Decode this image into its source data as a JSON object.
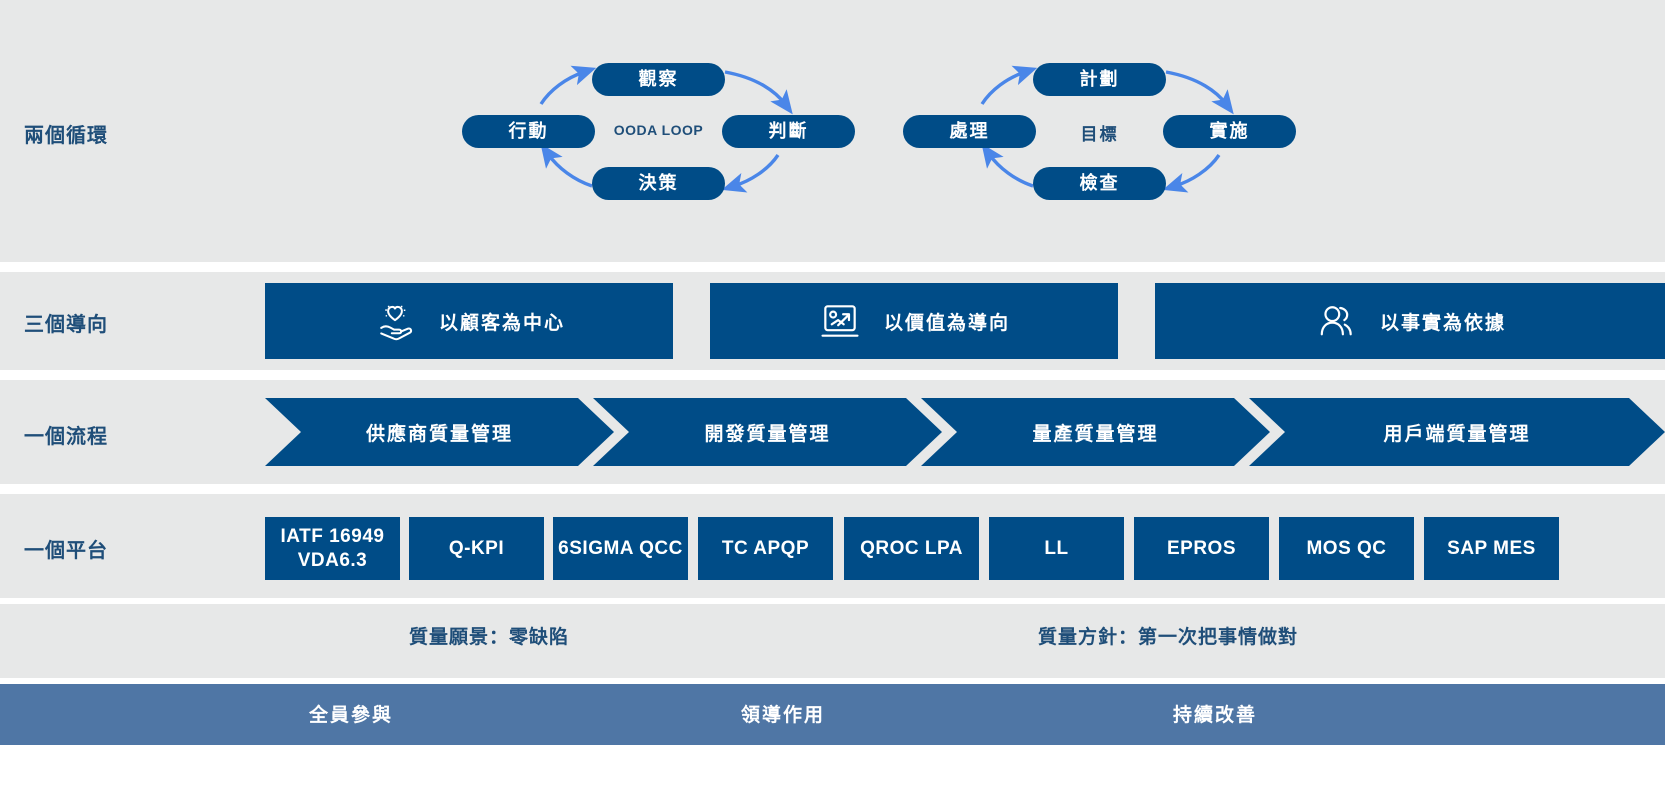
{
  "colors": {
    "band_bg": "#e7e8e8",
    "page_bg": "#ffffff",
    "primary_blue": "#004C87",
    "arrow_blue": "#4a86e8",
    "label_navy": "#1f4e79",
    "bottom_bar": "#4f76a5"
  },
  "rows": {
    "loops": {
      "label": "兩個循環",
      "loops": [
        {
          "center": "OODA LOOP",
          "center_is_cjk": false,
          "nodes": [
            {
              "label": "觀察",
              "position": "top"
            },
            {
              "label": "判斷",
              "position": "right"
            },
            {
              "label": "決策",
              "position": "bottom"
            },
            {
              "label": "行動",
              "position": "left"
            }
          ]
        },
        {
          "center": "目標",
          "center_is_cjk": true,
          "nodes": [
            {
              "label": "計劃",
              "position": "top"
            },
            {
              "label": "實施",
              "position": "right"
            },
            {
              "label": "檢查",
              "position": "bottom"
            },
            {
              "label": "處理",
              "position": "left"
            }
          ]
        }
      ]
    },
    "orientations": {
      "label": "三個導向",
      "items": [
        {
          "label": "以顧客為中心",
          "icon": "hand-holding-heart-icon"
        },
        {
          "label": "以價值為導向",
          "icon": "chart-screen-icon"
        },
        {
          "label": "以事實為依據",
          "icon": "two-people-icon"
        }
      ]
    },
    "process": {
      "label": "一個流程",
      "steps": [
        {
          "label": "供應商質量管理"
        },
        {
          "label": "開發質量管理"
        },
        {
          "label": "量產質量管理"
        },
        {
          "label": "用戶端質量管理"
        }
      ]
    },
    "platform": {
      "label": "一個平台",
      "items": [
        {
          "label": "IATF 16949\nVDA6.3"
        },
        {
          "label": "Q-KPI"
        },
        {
          "label": "6SIGMA QCC"
        },
        {
          "label": "TC APQP"
        },
        {
          "label": "QROC LPA"
        },
        {
          "label": "LL"
        },
        {
          "label": "EPROS"
        },
        {
          "label": "MOS QC"
        },
        {
          "label": "SAP MES"
        }
      ]
    },
    "vision": {
      "items": [
        {
          "label": "質量願景：零缺陷"
        },
        {
          "label": "質量方針：第一次把事情做對"
        }
      ]
    },
    "bottom": {
      "items": [
        {
          "label": "全員參與"
        },
        {
          "label": "領導作用"
        },
        {
          "label": "持續改善"
        }
      ]
    }
  }
}
